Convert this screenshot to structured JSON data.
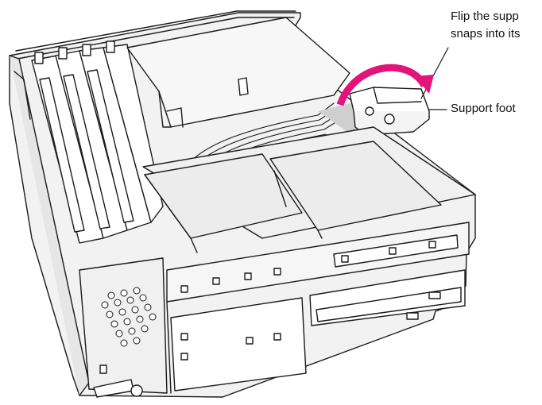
{
  "callouts": {
    "flip_line1": "Flip the supp",
    "flip_line2": "snaps into its",
    "support_foot": "Support foot"
  },
  "colors": {
    "arrow": "#e2137b",
    "chassis_fill": "#f2f2f2",
    "drive_fill": "#ececec",
    "shadow_fill": "#cfcfcf",
    "line": "#1a1a1a",
    "support_foot_fill": "#bdbdbd"
  }
}
